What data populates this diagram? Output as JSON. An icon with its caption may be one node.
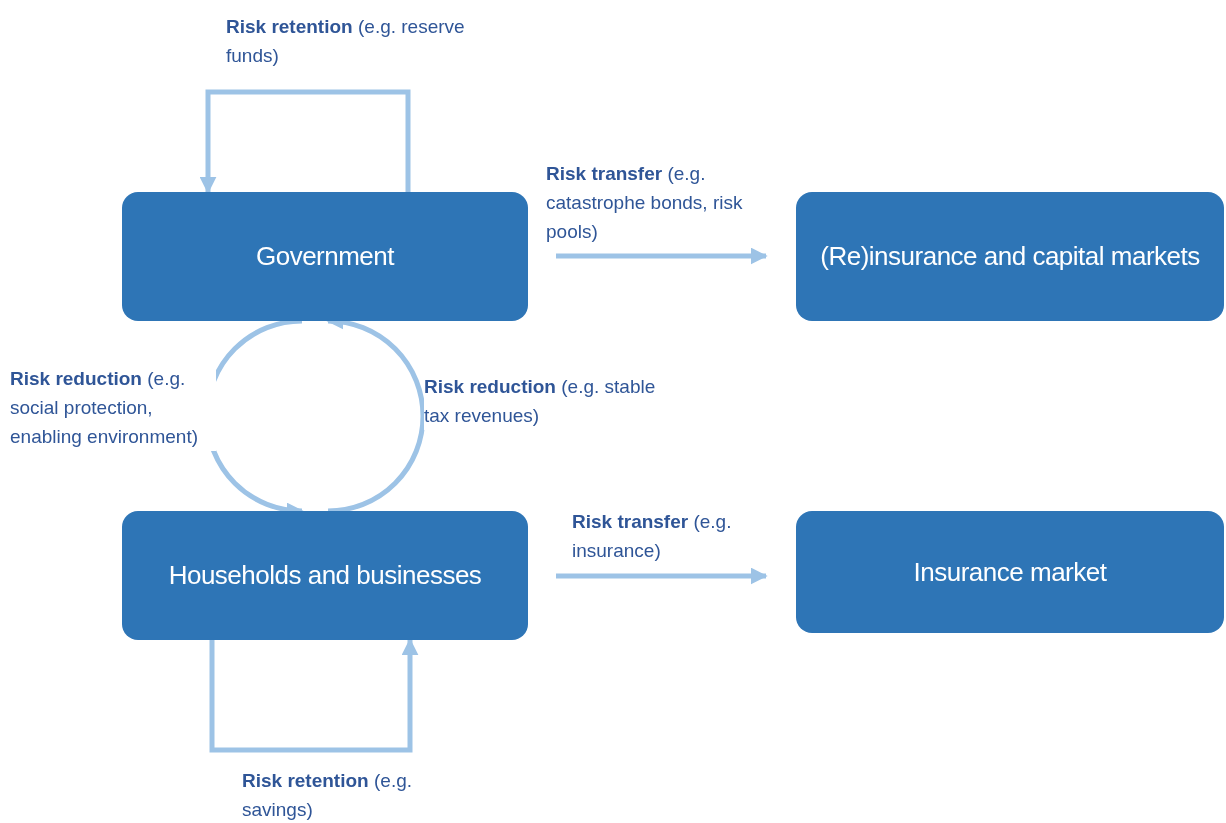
{
  "diagram": {
    "nodes": [
      {
        "text": [
          "Government"
        ]
      },
      {
        "text": [
          "(Re)insurance and capital markets"
        ]
      },
      {
        "text": [
          "Households and businesses"
        ]
      },
      {
        "text": [
          "Insurance market"
        ]
      }
    ],
    "edges": [
      {
        "from": 0,
        "to": 0,
        "arrow": "to",
        "label": "**Risk retention** (e.g. reserve funds)"
      },
      {
        "from": 0,
        "to": 1,
        "arrow": "to",
        "label": "**Risk transfer** (e.g. catastrophe bonds, risk pools)"
      },
      {
        "from": 2,
        "to": 0,
        "arrow": "to",
        "label": "**Risk reduction** (e.g. stable tax revenues)"
      },
      {
        "from": 0,
        "to": 2,
        "arrow": "to",
        "label": "**Risk reduction** (e.g. social protection, enabling environment)"
      },
      {
        "from": 2,
        "to": 3,
        "arrow": "to",
        "label": "**Risk transfer** (e.g. insurance)"
      },
      {
        "from": 2,
        "to": 2,
        "arrow": "to",
        "label": "**Risk retention** (e.g. savings)"
      }
    ]
  }
}
